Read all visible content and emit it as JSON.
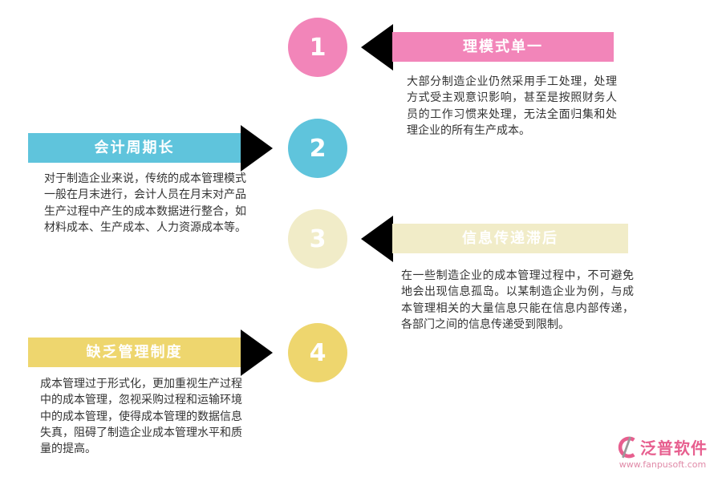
{
  "items": [
    {
      "number": "1",
      "title": "理模式单一",
      "side": "right",
      "color": "#f285b9",
      "body": "大部分制造企业仍然采用手工处理，处理方式受主观意识影响，甚至是按照财务人员的工作习惯来处理，无法全面归集和处理企业的所有生产成本。"
    },
    {
      "number": "2",
      "title": "会计周期长",
      "side": "left",
      "color": "#5fc4dc",
      "body": "对于制造企业来说，传统的成本管理模式一般在月末进行，会计人员在月末对产品生产过程中产生的成本数据进行整合，如材料成本、生产成本、人力资源成本等。"
    },
    {
      "number": "3",
      "title": "信息传递滞后",
      "side": "right",
      "color": "#f1ecc8",
      "body": "在一些制造企业的成本管理过程中，不可避免地会出现信息孤岛。以某制造企业为例，与成本管理相关的大量信息只能在信息内部传递，各部门之间的信息传递受到限制。"
    },
    {
      "number": "4",
      "title": "缺乏管理制度",
      "side": "left",
      "color": "#eed66e",
      "body": "成本管理过于形式化，更加重视生产过程中的成本管理，忽视采购过程和运输环境中的成本管理，使得成本管理的数据信息失真，阻碍了制造企业成本管理水平和质量的提高。"
    }
  ],
  "footer": {
    "logo_text": "泛普软件",
    "website": "www.fanpusoft.com"
  },
  "colors": {
    "pink": "#f285b9",
    "cyan": "#5fc4dc",
    "cream": "#f1ecc8",
    "yellow": "#eed66e",
    "logo_pink": "#e75f8f",
    "body_text": "#333333"
  }
}
